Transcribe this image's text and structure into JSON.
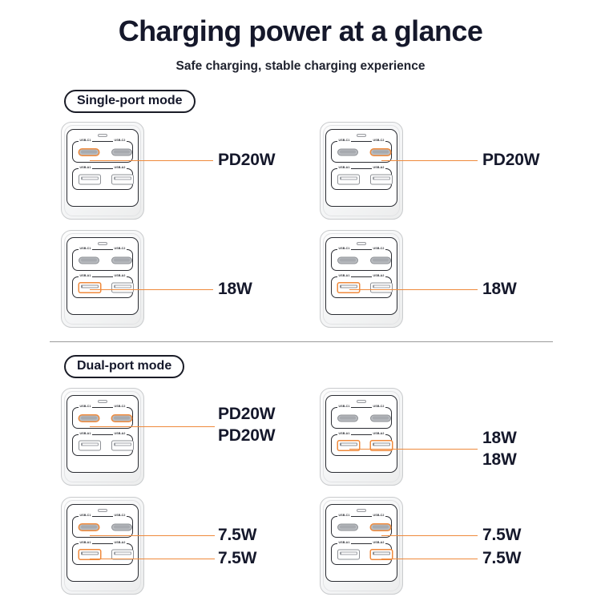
{
  "header": {
    "title": "Charging power at a glance",
    "subtitle": "Safe charging, stable charging experience"
  },
  "sections": [
    {
      "id": "single",
      "badge": "Single-port mode"
    },
    {
      "id": "dual",
      "badge": "Dual-port mode"
    }
  ],
  "ports": {
    "c1": "USB-C1",
    "c2": "USB-C2",
    "a1": "USB-A1",
    "a2": "USB-A2"
  },
  "colors": {
    "accent": "#ef8a3c",
    "text": "#15182b",
    "outline": "#2b2d33",
    "shell": "#c9cbcd"
  },
  "diagrams": [
    {
      "id": "single-1",
      "section": "single",
      "active": [
        "c1"
      ],
      "labels": [
        "PD20W"
      ]
    },
    {
      "id": "single-2",
      "section": "single",
      "active": [
        "c2"
      ],
      "labels": [
        "PD20W"
      ]
    },
    {
      "id": "single-3",
      "section": "single",
      "active": [
        "a1"
      ],
      "labels": [
        "18W"
      ]
    },
    {
      "id": "single-4",
      "section": "single",
      "active": [
        "a1"
      ],
      "labels": [
        "18W"
      ]
    },
    {
      "id": "dual-1",
      "section": "dual",
      "active": [
        "c1",
        "c2"
      ],
      "labels": [
        "PD20W",
        "PD20W"
      ]
    },
    {
      "id": "dual-2",
      "section": "dual",
      "active": [
        "a1",
        "a2"
      ],
      "labels": [
        "18W",
        "18W"
      ]
    },
    {
      "id": "dual-3",
      "section": "dual",
      "active": [
        "c1",
        "a1"
      ],
      "labels": [
        "7.5W",
        "7.5W"
      ]
    },
    {
      "id": "dual-4",
      "section": "dual",
      "active": [
        "c2",
        "a2"
      ],
      "labels": [
        "7.5W",
        "7.5W"
      ]
    }
  ],
  "watt_labels": {
    "s1": "PD20W",
    "s2": "PD20W",
    "s3": "18W",
    "s4": "18W",
    "d1a": "PD20W",
    "d1b": "PD20W",
    "d2a": "18W",
    "d2b": "18W",
    "d3a": "7.5W",
    "d3b": "7.5W",
    "d4a": "7.5W",
    "d4b": "7.5W"
  }
}
